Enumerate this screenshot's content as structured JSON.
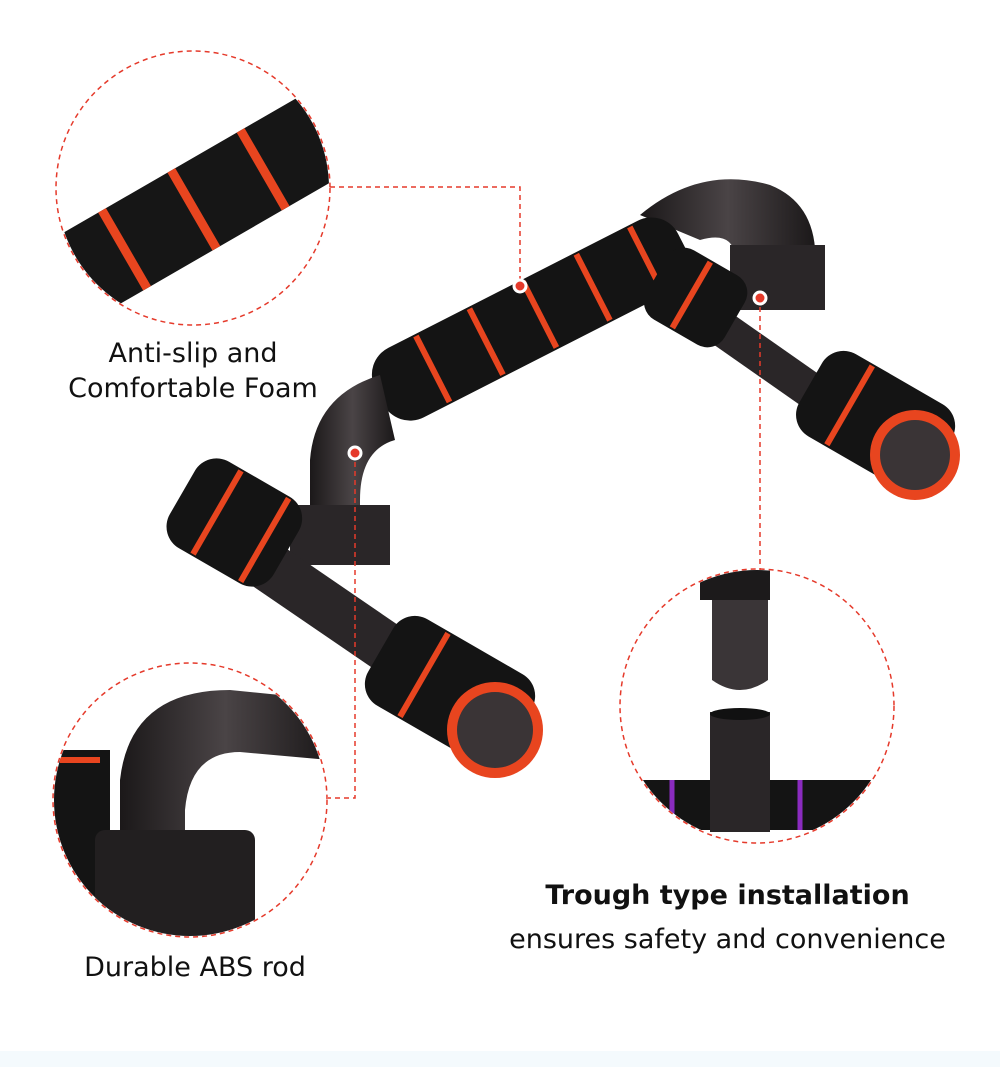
{
  "features": [
    {
      "title_lines": [
        "Anti-slip and",
        "Comfortable Foam"
      ]
    },
    {
      "title_lines": [
        "Durable ABS rod"
      ]
    },
    {
      "title_lines": [
        "Trough type installation",
        "ensures safety and convenience"
      ]
    }
  ],
  "colors": {
    "accent": "#e53a2b",
    "foam": "#151515",
    "foam_ring": "#e8451f",
    "rod": "#2a2628",
    "strip": "#f4fafd"
  }
}
